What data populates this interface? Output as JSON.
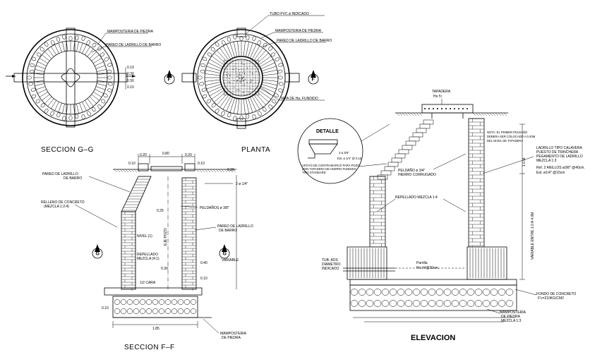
{
  "plan_gg": {
    "title": "SECCION G–G",
    "labels": {
      "mamposteria": "MAMPOSTERIA DE PIEDRA",
      "pared": "PARED DE LADRILLO DE BARRO"
    },
    "dims": {
      "d1": "0.10",
      "d2": "0.30",
      "d3": "0.30",
      "d4": "0.10"
    }
  },
  "plan_planta": {
    "title": "PLANTA",
    "labels": {
      "tubo": "TUBO PVC  ø INDICADO",
      "mamposteria": "MAMPOSTERIA DE PIEDRA",
      "pared": "PARED DE LADRILLO DE BARRO",
      "tapa": "TAPA DE Ha. FUNDIDO"
    },
    "marker_left": "F",
    "marker_right": "F"
  },
  "section_ff": {
    "title": "SECCION F–F",
    "labels": {
      "pared": "PARED DE LADRILLO",
      "pared2": "DE BARRO",
      "relleno": "RELLENO DE CONCRETO",
      "relleno2": "(MEZCLA 1:2:4)",
      "peldanos": "PELDAÑOS  ø  3/8\"",
      "pared_r": "PARED DE LADRILLO",
      "pared_r2": "DE BARRO",
      "variable": "VARIABLE",
      "nivel": "NIVEL (1)",
      "eje": "EJE POZO",
      "repellado": "REPELLADO",
      "mezcla": "MEZCLA (4:1)",
      "cara": "1/2 CARA",
      "mamposteria": "MAMPOSTERIA",
      "mamposteria2": "DE PIEDRA",
      "bar": "2 ø 1/4\""
    },
    "dims": {
      "top1": "0.20",
      "top2": "0.80",
      "top3": "0.20",
      "tl": "0.10",
      "tr": "0.10",
      "tr2": "0.30",
      "d025": "0.25",
      "d030": "0.30",
      "d040": "0.40",
      "d010": "0.10",
      "base": "1.85",
      "left_b": "0.10"
    },
    "marker_left": "G",
    "marker_right": "G"
  },
  "detalle": {
    "title": "DETALLE",
    "labels": {
      "l1": "3 ø 3/8\"",
      "l2": "Est. ø 1/4\" @ 0.15",
      "l3": "APOYO DE CONTRAMARCO PARA POZO",
      "l4": "CON TAPADERA DE HIERRO FUNDIDO",
      "l5": "TIPO STANDARD"
    }
  },
  "elevacion": {
    "title": "ELEVACION",
    "labels": {
      "tapadera": "TAPADERA",
      "tapadera2": "Ho f'c",
      "nota1": "NOTA: EL PRIMER PELDAÑO",
      "nota2": "DEBERA SER COLOCADO A 0.40M",
      "nota3": "DEL NIVEL DE TAPADERA",
      "ladrillo1": "LADRILLO TIPO CALAVERA",
      "ladrillo2": "PUESTO DE TRINCHERA",
      "ladrillo3": "PEGAMENTO DE LADRILLO",
      "ladrillo4": "MEZCLA 1:3",
      "ref1": "Ref. 2 ANILLOS ø3/8\" @40cm.",
      "ref2": "Est. ø1/4\" @15cm",
      "peldano": "PELDAÑO ø 3/4\"",
      "peldano2": "HIERRO CORRUGADO",
      "repellado": "REPELLADO MEZCLA 1:4",
      "tubo1": "TUB. ADS",
      "tubo2": "DIAMETRO",
      "tubo3": "INDICADO",
      "parrilla": "Parrilla",
      "parrilla2": "Ho #4@30cm.",
      "fondo1": "FONDO DE CONCRETO",
      "fondo2": "F'c=210KG/CM2",
      "mamp1": "MAMPOSTERIA",
      "mamp2": "DE PIEDRA",
      "mamp3": "MEZCLA 1:3",
      "vert1": "1.0 M",
      "vert2": "VARIABLE ENTRE 1.0 A 4.0M"
    }
  }
}
